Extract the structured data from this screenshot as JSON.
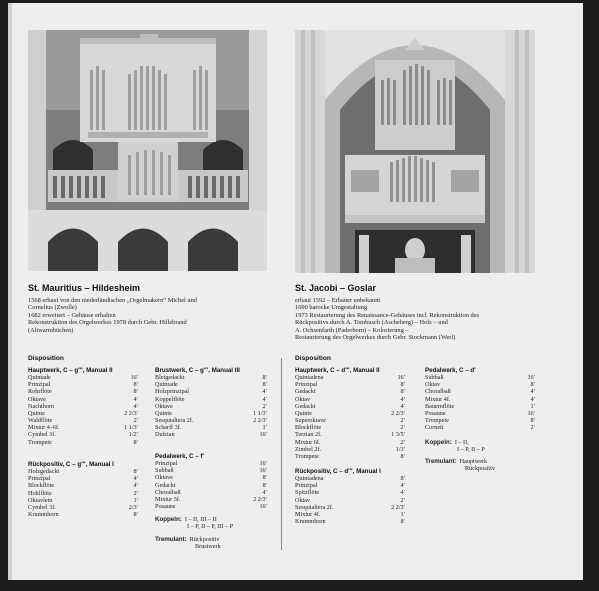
{
  "left": {
    "photo_caption": "St. Mauritius organ facade",
    "title": "St. Mauritius – Hildesheim",
    "description": [
      "1568 erbaut von den niederländischen „Orgelmakern“ Michel und",
      "Cornelius (Zwolle)",
      "1682 erweitert – Gehäuse erhalten",
      "Rekonstruktion des Orgelwerkes 1978 durch Gebr. Hillebrand",
      "(Altwarmbüchen)"
    ],
    "disposition_label": "Disposition",
    "divisions": [
      {
        "title": "Hauptwerk, C – g′′′, Manual II",
        "stops": [
          [
            "Quintade",
            "16′"
          ],
          [
            "Prinzipal",
            "8′"
          ],
          [
            "Rohrflöte",
            "8′"
          ],
          [
            "Oktave",
            "4′"
          ],
          [
            "Nachthorn",
            "4′"
          ],
          [
            "Quinte",
            "2 2/3′"
          ],
          [
            "Waldflöte",
            "2′"
          ],
          [
            "Mixtur 4–6f.",
            "1 1/3′"
          ],
          [
            "Cymbel 3f.",
            "1/2′"
          ],
          [
            "Trompete",
            "8′"
          ]
        ]
      },
      {
        "title": "Rückpositiv, C – g′′′, Manual I",
        "stops": [
          [
            "Holzgedackt",
            "8′"
          ],
          [
            "Prinzipal",
            "4′"
          ],
          [
            "Blockflöte",
            "4′"
          ],
          [
            "Hohlflöte",
            "2′"
          ],
          [
            "Oktavlein",
            "1′"
          ],
          [
            "Cymbel 3f.",
            "2/3′"
          ],
          [
            "Krummhorn",
            "8′"
          ]
        ]
      },
      {
        "title": "Brustwerk, C – g′′′, Manual III",
        "stops": [
          [
            "Bleigedackt",
            "8′"
          ],
          [
            "Quintade",
            "8′"
          ],
          [
            "Holzprinzipal",
            "4′"
          ],
          [
            "Koppelflöte",
            "4′"
          ],
          [
            "Oktave",
            "2′"
          ],
          [
            "Quinte",
            "1 1/3′"
          ],
          [
            "Sesquialtera 2f.",
            "2 2/3′"
          ],
          [
            "Scharff 3f.",
            "1′"
          ],
          [
            "Dulzian",
            "16′"
          ]
        ]
      },
      {
        "title": "Pedalwerk, C – f′",
        "stops": [
          [
            "Prinzipal",
            "16′"
          ],
          [
            "Subbaß",
            "16′"
          ],
          [
            "Oktave",
            "8′"
          ],
          [
            "Gedackt",
            "8′"
          ],
          [
            "Choralbaß",
            "4′"
          ],
          [
            "Mixtur 5f.",
            "2 2/3′"
          ],
          [
            "Posaune",
            "16′"
          ]
        ]
      }
    ],
    "koppeln_label": "Koppeln:",
    "koppeln_lines": [
      "I – II, III – II",
      "I – P, II – P, III – P"
    ],
    "tremulant_label": "Tremulant:",
    "tremulant_lines": [
      "Rückpositiv",
      "Brustwerk"
    ]
  },
  "right": {
    "photo_caption": "St. Jacobi organ facade",
    "title": "St. Jacobi – Goslar",
    "description": [
      "erbaut 1592 – Erbauer unbekannt",
      "1690 barocke Umgestaltung",
      "1973 Restaurierung des Renaissance-Gehäuses incl. Rekonstruktion des",
      "Rückpositivs durch A. Tombusch (Ascheberg) – Holz – und",
      "A. Ochsenfarth (Paderborn) – Kolorierung –",
      "Restaurierung des Orgelwerkes durch Gebr. Stockmann (Werl)"
    ],
    "disposition_label": "Disposition",
    "divisions": [
      {
        "title": "Hauptwerk, C – d′′′, Manual II",
        "stops": [
          [
            "Quintadena",
            "16′"
          ],
          [
            "Prinzipal",
            "8′"
          ],
          [
            "Gedackt",
            "8′"
          ],
          [
            "Oktav",
            "4′"
          ],
          [
            "Gedackt",
            "4′"
          ],
          [
            "Quinte",
            "2 2/3′"
          ],
          [
            "Superoktave",
            "2′"
          ],
          [
            "Blockflöte",
            "2′"
          ],
          [
            "Terzian 2f.",
            "1 3/5′"
          ],
          [
            "Mixtur 6f.",
            "2′"
          ],
          [
            "Zimbel 2f.",
            "1/3′"
          ],
          [
            "Trompete",
            "8′"
          ]
        ]
      },
      {
        "title": "Rückpositiv, C – d′′′, Manual I",
        "stops": [
          [
            "Quintadena",
            "8′"
          ],
          [
            "Prinzipal",
            "4′"
          ],
          [
            "Spitzflöte",
            "4′"
          ],
          [
            "Oktav",
            "2′"
          ],
          [
            "Sesquialtera 2f.",
            "2 2/3′"
          ],
          [
            "Mixtur 4f.",
            "1′"
          ],
          [
            "Krummhorn",
            "8′"
          ]
        ]
      },
      {
        "title": "Pedalwerk, C – d′",
        "stops": [
          [
            "Subbaß",
            "16′"
          ],
          [
            "Oktav",
            "8′"
          ],
          [
            "Choralbaß",
            "4′"
          ],
          [
            "Mixtur 4f.",
            "4′"
          ],
          [
            "Bauernflöte",
            "1′"
          ],
          [
            "Posaune",
            "16′"
          ],
          [
            "Trompete",
            "8′"
          ],
          [
            "Cornett",
            "2′"
          ]
        ]
      }
    ],
    "koppeln_label": "Koppeln:",
    "koppeln_lines": [
      "I – II,",
      "I – P, II – P"
    ],
    "tremulant_label": "Tremulant:",
    "tremulant_lines": [
      "Hauptwerk",
      "Rückpositiv"
    ]
  }
}
